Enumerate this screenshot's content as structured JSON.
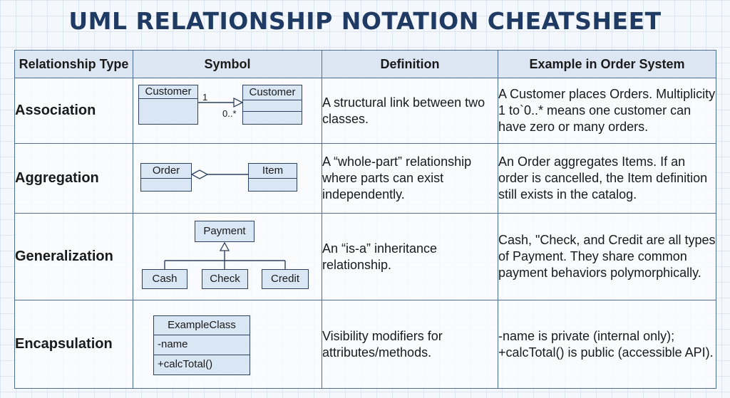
{
  "title": "UML RELATIONSHIP NOTATION CHEATSHEET",
  "headers": [
    "Relationship Type",
    "Symbol",
    "Definition",
    "Example in Order System"
  ],
  "rows": [
    {
      "type": "Association",
      "symbol": {
        "left_class": "Customer",
        "right_class": "Customer",
        "mult_left": "1",
        "mult_right": "0..*"
      },
      "definition": "A structural link between two classes.",
      "example": "A Customer places Orders. Multiplicity 1 to`0..* means one customer can have zero or many orders."
    },
    {
      "type": "Aggregation",
      "symbol": {
        "whole_class": "Order",
        "part_class": "Item"
      },
      "definition": "A “whole-part” relationship where parts can exist independently.",
      "example": "An Order aggregates Items. If an order is cancelled, the Item definition still exists in the catalog."
    },
    {
      "type": "Generalization",
      "symbol": {
        "parent_class": "Payment",
        "children": [
          "Cash",
          "Check",
          "Credit"
        ]
      },
      "definition": "An “is-a” inheritance relationship.",
      "example": "Cash, \"Check, and Credit are all types of Payment. They share common payment behaviors polymorphically."
    },
    {
      "type": "Encapsulation",
      "symbol": {
        "class_name": "ExampleClass",
        "attribute": "-name",
        "method": "+calcTotal()"
      },
      "definition": "Visibility modifiers for attributes/methods.",
      "example": "-name is private (internal only); +calcTotal() is public (accessible API)."
    }
  ]
}
